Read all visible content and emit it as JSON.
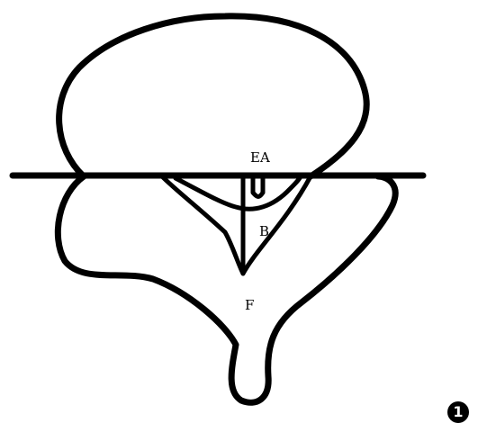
{
  "labels": {
    "ea": "EA",
    "b": "B",
    "f": "F"
  },
  "figure_number": "1",
  "colors": {
    "stroke": "#000000",
    "background": "#ffffff"
  }
}
